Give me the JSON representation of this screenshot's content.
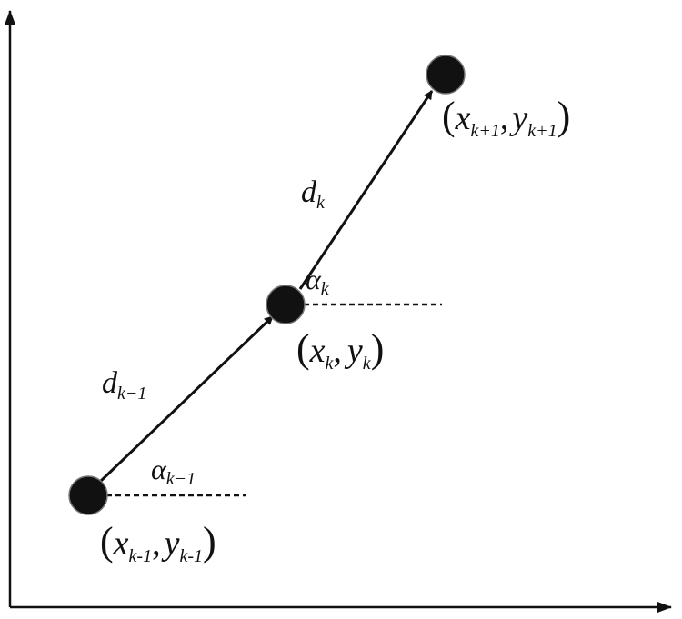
{
  "colors": {
    "ink": "#111111",
    "background": "#ffffff"
  },
  "points": [
    {
      "id": "prev",
      "x_sym": "x",
      "x_sub": "k-1",
      "y_sym": "y",
      "y_sub": "k-1"
    },
    {
      "id": "curr",
      "x_sym": "x",
      "x_sub": "k",
      "y_sym": "y",
      "y_sub": "k"
    },
    {
      "id": "next",
      "x_sym": "x",
      "x_sub": "k+1",
      "y_sym": "y",
      "y_sub": "k+1"
    }
  ],
  "segments": [
    {
      "sym": "d",
      "sub": "k−1"
    },
    {
      "sym": "d",
      "sub": "k"
    }
  ],
  "angles": [
    {
      "sym": "α",
      "sub": "k−1"
    },
    {
      "sym": "α",
      "sub": "k"
    }
  ],
  "punctuation": {
    "open": "(",
    "close": ")",
    "comma": ","
  }
}
